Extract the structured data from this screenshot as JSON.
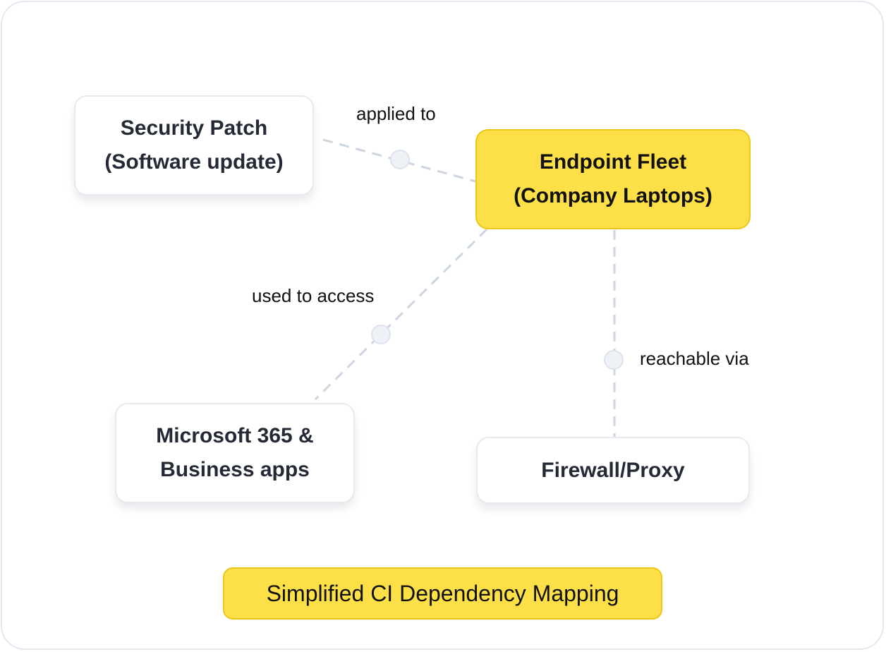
{
  "diagram": {
    "title": "Simplified CI Dependency Mapping",
    "colors": {
      "highlight_fill": "#fde047",
      "highlight_border": "#ecc61a",
      "node_fill": "#ffffff",
      "node_border": "#e6e9ef",
      "edge": "#cdd5e1",
      "edge_dot_fill": "#eef1f6",
      "text": "#242a35"
    },
    "nodes": [
      {
        "id": "security-patch",
        "line1": "Security Patch",
        "line2": "(Software update)",
        "highlighted": false
      },
      {
        "id": "endpoint-fleet",
        "line1": "Endpoint Fleet",
        "line2": "(Company Laptops)",
        "highlighted": true
      },
      {
        "id": "m365",
        "line1": "Microsoft 365 &",
        "line2": "Business apps",
        "highlighted": false
      },
      {
        "id": "firewall",
        "line1": "Firewall/Proxy",
        "line2": "",
        "highlighted": false
      }
    ],
    "edges": [
      {
        "from": "security-patch",
        "to": "endpoint-fleet",
        "label": "applied to"
      },
      {
        "from": "endpoint-fleet",
        "to": "m365",
        "label": "used to access"
      },
      {
        "from": "endpoint-fleet",
        "to": "firewall",
        "label": "reachable via"
      }
    ]
  }
}
